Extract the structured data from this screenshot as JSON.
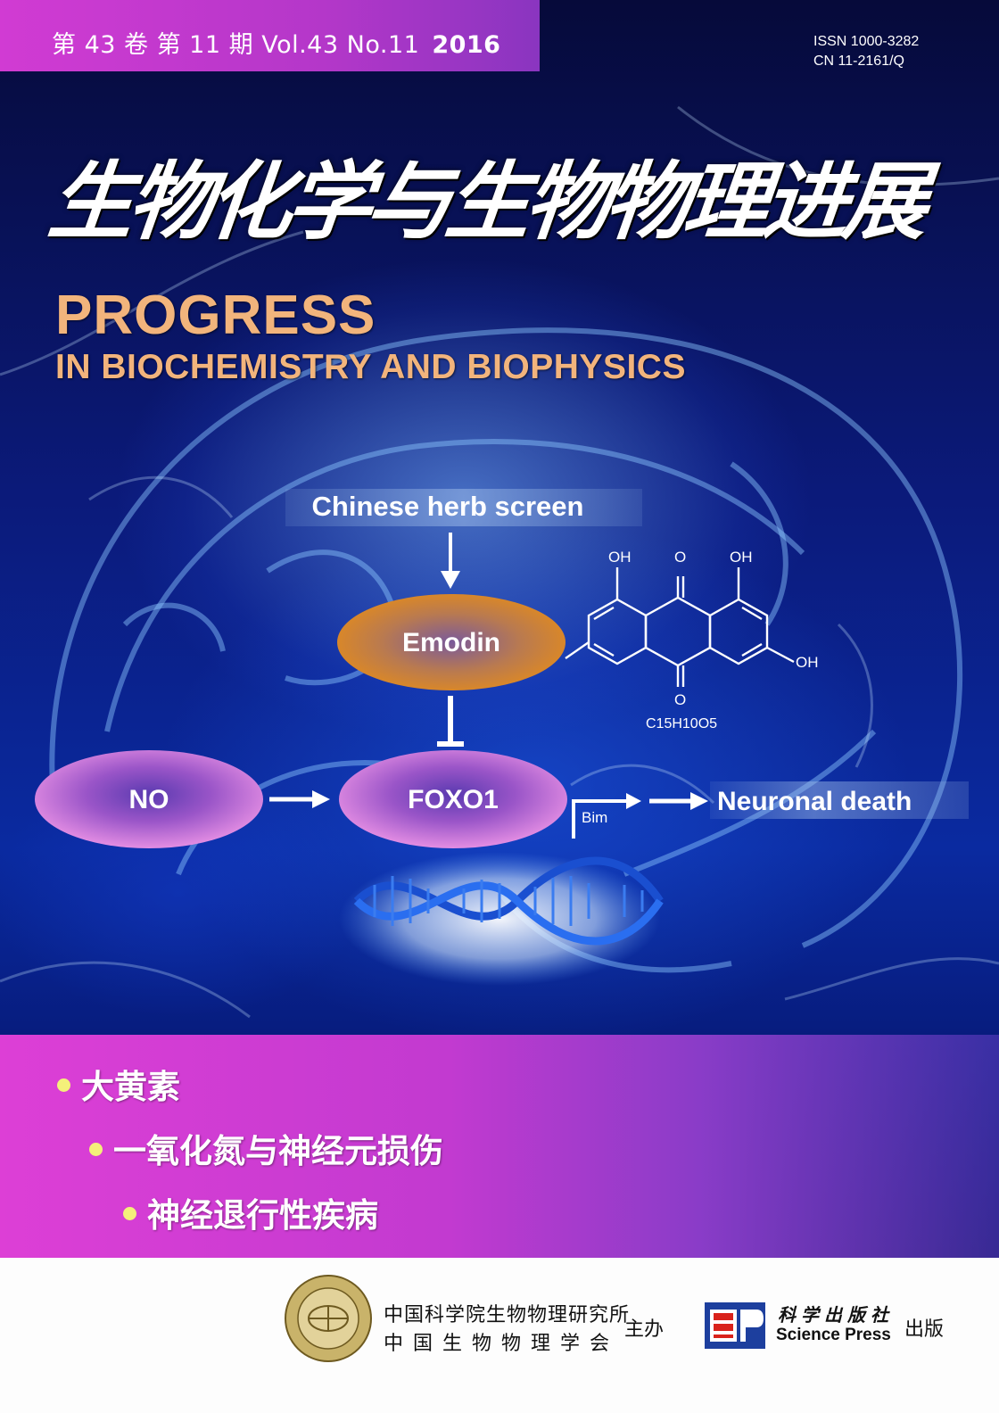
{
  "header": {
    "issue_line": "第 43 卷  第 11 期  Vol.43 No.11",
    "year": "2016",
    "issn": "ISSN 1000-3282",
    "cn": "CN 11-2161/Q"
  },
  "title": {
    "chinese": "生物化学与生物物理进展",
    "english_line1": "PROGRESS",
    "english_line2": "IN BIOCHEMISTRY AND BIOPHYSICS"
  },
  "diagram": {
    "screen_label": "Chinese herb screen",
    "emodin_label": "Emodin",
    "no_label": "NO",
    "foxo1_label": "FOXO1",
    "bim_label": "Bim",
    "death_label": "Neuronal death",
    "oh_1": "OH",
    "o_1": "O",
    "oh_2": "OH",
    "oh_3": "OH",
    "o_2": "O",
    "formula": "C15H10O5"
  },
  "topics": [
    "大黄素",
    "一氧化氮与神经元损伤",
    "神经退行性疾病"
  ],
  "footer": {
    "sponsor_1": "中国科学院生物物理研究所",
    "sponsor_2": "中国生物物理学会",
    "sponsor_role": "主办",
    "publisher_cn": "科学出版社",
    "publisher_en": "Science Press",
    "publisher_role": "出版"
  },
  "colors": {
    "accent_magenta": "#d13bd3",
    "title_orange": "#f2b47c",
    "topic_dot": "#f4f07a",
    "emodin_orange": "#e08a20"
  }
}
